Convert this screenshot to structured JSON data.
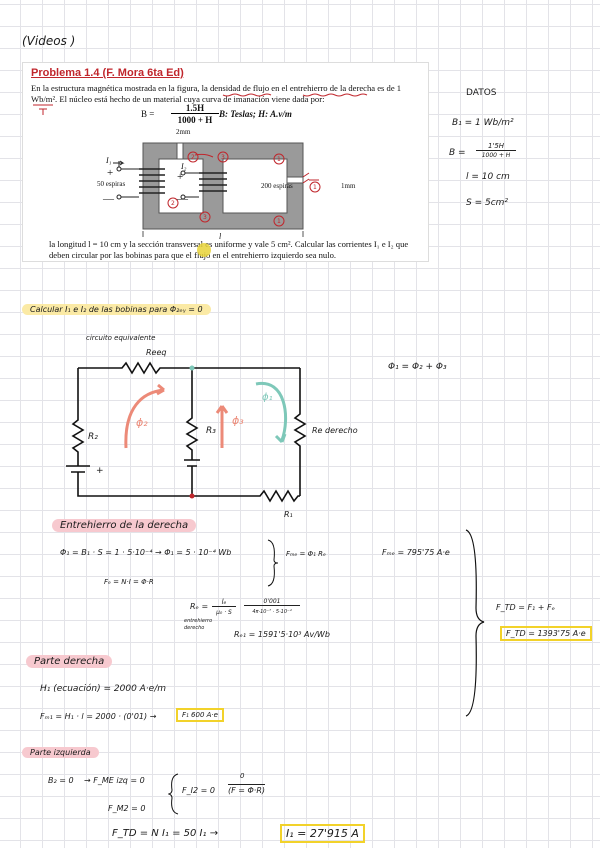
{
  "header": {
    "tag": "(Videos )"
  },
  "problem": {
    "title": "Problema 1.4 (F. Mora 6ta Ed)",
    "text1": "En la estructura magnética mostrada en la figura, la densidad de flujo en el entrehierro de la derecha es de 1 Wb/m². El núcleo está hecho de un material cuya curva de imanación viene dada por:",
    "formula_lhs": "B =",
    "formula_num": "1.5H",
    "formula_den": "1000 + H",
    "formula_units": "B: Teslas; H: A.v/m",
    "text2": "la longitud l = 10 cm y la sección transversal es uniforme y vale 5 cm². Calcular las corrientes I₁ e I₂ que deben circular por las bobinas para que el flujo en el entrehierro izquierdo sea nulo.",
    "fig_gap": "2mm",
    "fig_I1": "I₁",
    "fig_I2": "I₂",
    "fig_left_turns": "50 espiras",
    "fig_right_turns": "200 espiras",
    "fig_gap_right": "1mm",
    "fig_l": "l",
    "plus": "+",
    "minus": "—"
  },
  "datos": {
    "title": "DATOS",
    "b1": "B₁ = 1 Wb/m²",
    "b_lhs": "B =",
    "b_num": "1'5H",
    "b_den": "1000 + H",
    "l": "l = 10 cm",
    "s": "S = 5cm²"
  },
  "section1": {
    "heading": "Calcular I₁ e I₂ de las bobinas para Φ₂ₑᵧ = 0"
  },
  "circuit": {
    "label": "circuito equivalente",
    "reeq": "Reeq",
    "r2": "R₂",
    "r3": "R₃",
    "re_derecho": "Re derecho",
    "r1": "R₁",
    "phi2": "ϕ₂",
    "phi3": "ϕ₃",
    "phi1": "ϕ₁",
    "flux_eq": "Φ₁ = Φ₂ + Φ₃",
    "plus": "+"
  },
  "section2": {
    "heading": "Entrehierro de la derecha",
    "phi_line": "Φ₁ = B₁ · S = 1 · 5·10⁻⁴ → Φ₁ = 5 · 10⁻⁴ Wb",
    "f_line": "Fₑ = N·I = Φ·R",
    "fme_expr": "Fₘₑ = Φ₁ Rₑ",
    "fme_value": "Fₘₑ = 795'75 A·e",
    "re_lhs": "Rₑ =",
    "re_num": "lₑ",
    "re_den": "μ₀ · S",
    "re_num2": "0'001",
    "re_den2": "4π·10⁻⁷ · 5·10⁻⁴",
    "re_note": "entrehierro derecho",
    "re_value": "Rₑ₁ = 1591'5·10³ Av/Wb",
    "ftd_expr": "F_TD = F₁ + Fₑ",
    "ftd_value": "F_TD = 1393'75 A·e"
  },
  "section3": {
    "heading": "Parte derecha",
    "h_line": "H₁ (ecuación) = 2000 A·e/m",
    "fm_line": "Fₘ₁ = H₁ · l = 2000 · (0'01) →",
    "fm_value": "F₁ 600 A·e"
  },
  "section4": {
    "heading": "Parte izquierda",
    "b2": "B₂ = 0",
    "fmel": "→ F_ME izq = 0",
    "fm2": "F_M2 = 0",
    "fi2": "F_I2 = 0",
    "zero": "0",
    "fi2_expr": "(F = Φ·R)",
    "ftd_line": "F_TD = N I₁ = 50 I₁ →",
    "i1_value": "I₁ = 27'915 A"
  },
  "colors": {
    "red": "#c0262c",
    "salmon": "#ec8a78",
    "teal": "#7ec8b9",
    "pink_hl": "#f7c9cf",
    "yellow_hl": "#fbeaa5",
    "yellow_box": "#f2d22a"
  }
}
